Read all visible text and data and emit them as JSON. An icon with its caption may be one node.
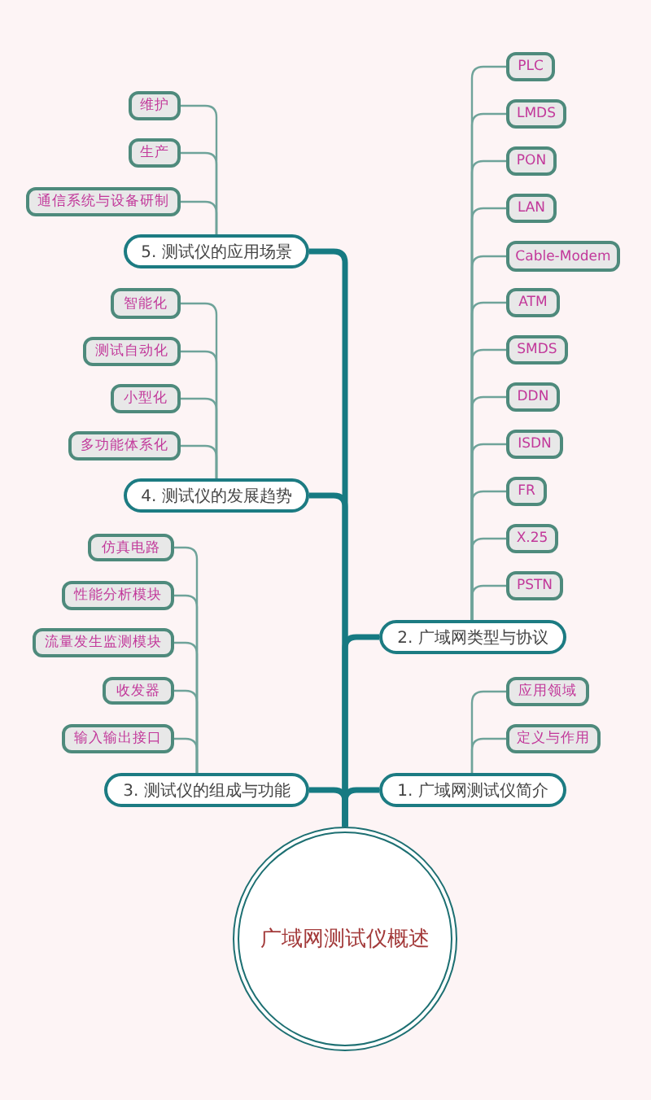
{
  "diagram": {
    "nodes": [
      {
        "text": [
          "广域网测试仪概述"
        ]
      },
      {
        "text": [
          "5. 测试仪的应用场景"
        ]
      },
      {
        "text": [
          "维护"
        ]
      },
      {
        "text": [
          "生产"
        ]
      },
      {
        "text": [
          "通信系统与设备研制"
        ]
      },
      {
        "text": [
          "4. 测试仪的发展趋势"
        ]
      },
      {
        "text": [
          "智能化"
        ]
      },
      {
        "text": [
          "测试自动化"
        ]
      },
      {
        "text": [
          "小型化"
        ]
      },
      {
        "text": [
          "多功能体系化"
        ]
      },
      {
        "text": [
          "3. 测试仪的组成与功能"
        ]
      },
      {
        "text": [
          "仿真电路"
        ]
      },
      {
        "text": [
          "性能分析模块"
        ]
      },
      {
        "text": [
          "流量发生监测模块"
        ]
      },
      {
        "text": [
          "收发器"
        ]
      },
      {
        "text": [
          "输入输出接口"
        ]
      },
      {
        "text": [
          "2. 广域网类型与协议"
        ]
      },
      {
        "text": [
          "PLC"
        ]
      },
      {
        "text": [
          "LMDS"
        ]
      },
      {
        "text": [
          "PON"
        ]
      },
      {
        "text": [
          "LAN"
        ]
      },
      {
        "text": [
          "Cable-Modem"
        ]
      },
      {
        "text": [
          "ATM"
        ]
      },
      {
        "text": [
          "SMDS"
        ]
      },
      {
        "text": [
          "DDN"
        ]
      },
      {
        "text": [
          "ISDN"
        ]
      },
      {
        "text": [
          "FR"
        ]
      },
      {
        "text": [
          "X.25"
        ]
      },
      {
        "text": [
          "PSTN"
        ]
      },
      {
        "text": [
          "1. 广域网测试仪简介"
        ]
      },
      {
        "text": [
          "应用领域"
        ]
      },
      {
        "text": [
          "定义与作用"
        ]
      }
    ],
    "edges": [
      {
        "from": 0,
        "to": 1,
        "arrow": "none",
        "style": "thick"
      },
      {
        "from": 1,
        "to": 2,
        "arrow": "none"
      },
      {
        "from": 1,
        "to": 3,
        "arrow": "none"
      },
      {
        "from": 1,
        "to": 4,
        "arrow": "none"
      },
      {
        "from": 0,
        "to": 5,
        "arrow": "none",
        "style": "thick"
      },
      {
        "from": 5,
        "to": 6,
        "arrow": "none"
      },
      {
        "from": 5,
        "to": 7,
        "arrow": "none"
      },
      {
        "from": 5,
        "to": 8,
        "arrow": "none"
      },
      {
        "from": 5,
        "to": 9,
        "arrow": "none"
      },
      {
        "from": 0,
        "to": 10,
        "arrow": "none",
        "style": "thick"
      },
      {
        "from": 10,
        "to": 11,
        "arrow": "none"
      },
      {
        "from": 10,
        "to": 12,
        "arrow": "none"
      },
      {
        "from": 10,
        "to": 13,
        "arrow": "none"
      },
      {
        "from": 10,
        "to": 14,
        "arrow": "none"
      },
      {
        "from": 10,
        "to": 15,
        "arrow": "none"
      },
      {
        "from": 0,
        "to": 16,
        "arrow": "none",
        "style": "thick"
      },
      {
        "from": 16,
        "to": 17,
        "arrow": "none"
      },
      {
        "from": 16,
        "to": 18,
        "arrow": "none"
      },
      {
        "from": 16,
        "to": 19,
        "arrow": "none"
      },
      {
        "from": 16,
        "to": 20,
        "arrow": "none"
      },
      {
        "from": 16,
        "to": 21,
        "arrow": "none"
      },
      {
        "from": 16,
        "to": 22,
        "arrow": "none"
      },
      {
        "from": 16,
        "to": 23,
        "arrow": "none"
      },
      {
        "from": 16,
        "to": 24,
        "arrow": "none"
      },
      {
        "from": 16,
        "to": 25,
        "arrow": "none"
      },
      {
        "from": 16,
        "to": 26,
        "arrow": "none"
      },
      {
        "from": 16,
        "to": 27,
        "arrow": "none"
      },
      {
        "from": 16,
        "to": 28,
        "arrow": "none"
      },
      {
        "from": 0,
        "to": 29,
        "arrow": "none",
        "style": "thick"
      },
      {
        "from": 29,
        "to": 30,
        "arrow": "none"
      },
      {
        "from": 29,
        "to": 31,
        "arrow": "none"
      }
    ]
  }
}
